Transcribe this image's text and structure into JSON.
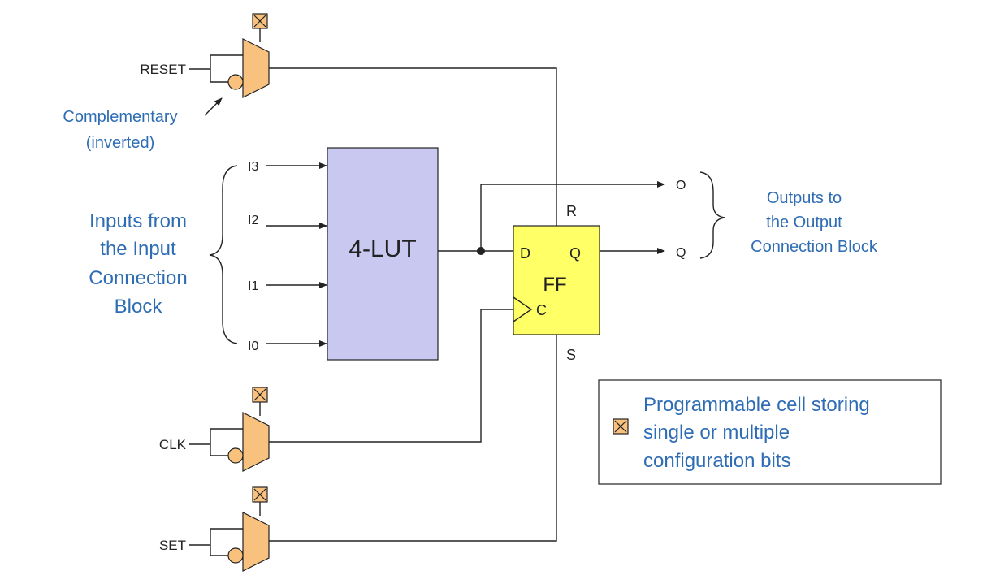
{
  "lut": {
    "label": "4-LUT"
  },
  "ff": {
    "label": "FF",
    "pin_d": "D",
    "pin_q": "Q",
    "pin_c": "C",
    "pin_r": "R",
    "pin_s": "S"
  },
  "lut_inputs": [
    "I3",
    "I2",
    "I1",
    "I0"
  ],
  "muxes": {
    "reset": "RESET",
    "clk": "CLK",
    "set": "SET"
  },
  "outputs": {
    "o": "O",
    "q": "Q"
  },
  "annotations": {
    "complementary_line1": "Complementary",
    "complementary_line2": "(inverted)",
    "inputs_from": [
      "Inputs from",
      "the Input",
      "Connection",
      "Block"
    ],
    "outputs_to": [
      "Outputs to",
      "the Output",
      "Connection Block"
    ]
  },
  "legend": {
    "icon": "programmable-cell-icon",
    "lines": [
      "Programmable cell storing",
      "single or multiple",
      "configuration bits"
    ]
  },
  "colors": {
    "lut_fill": "#c8c8f0",
    "ff_fill": "#ffff66",
    "mux_fill": "#f8c17e",
    "cell_fill": "#f8c17e",
    "annotation_blue": "#2e6db4"
  }
}
